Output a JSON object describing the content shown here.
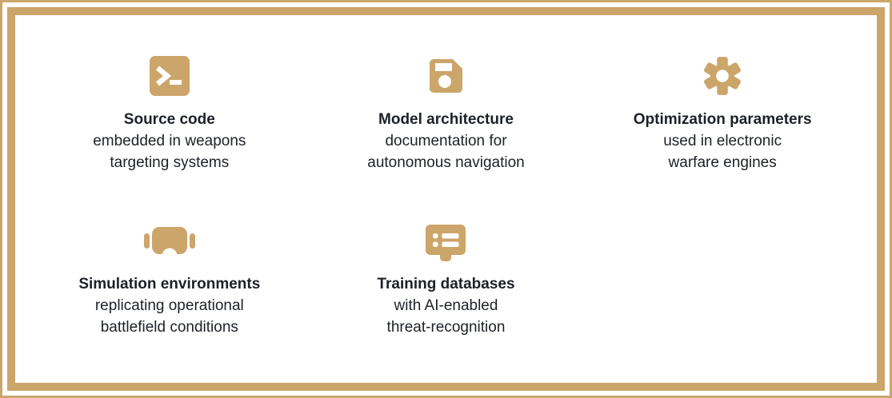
{
  "theme": {
    "accent": "#CBA56A",
    "text": "#1D2127",
    "background": "#FFFFFF"
  },
  "card": {
    "items": [
      {
        "icon": "terminal-icon",
        "title": "Source code",
        "lines": [
          "embedded in weapons",
          "targeting systems"
        ]
      },
      {
        "icon": "floppy-disk-icon",
        "title": "Model architecture",
        "lines": [
          "documentation for",
          "autonomous navigation"
        ]
      },
      {
        "icon": "gear-icon",
        "title": "Optimization parameters",
        "lines": [
          "used in electronic",
          "warfare engines"
        ]
      },
      {
        "icon": "vr-headset-icon",
        "title": "Simulation environments",
        "lines": [
          "replicating operational",
          "battlefield conditions"
        ]
      },
      {
        "icon": "list-board-icon",
        "title": "Training databases",
        "lines": [
          "with AI-enabled",
          "threat-recognition"
        ]
      }
    ]
  }
}
